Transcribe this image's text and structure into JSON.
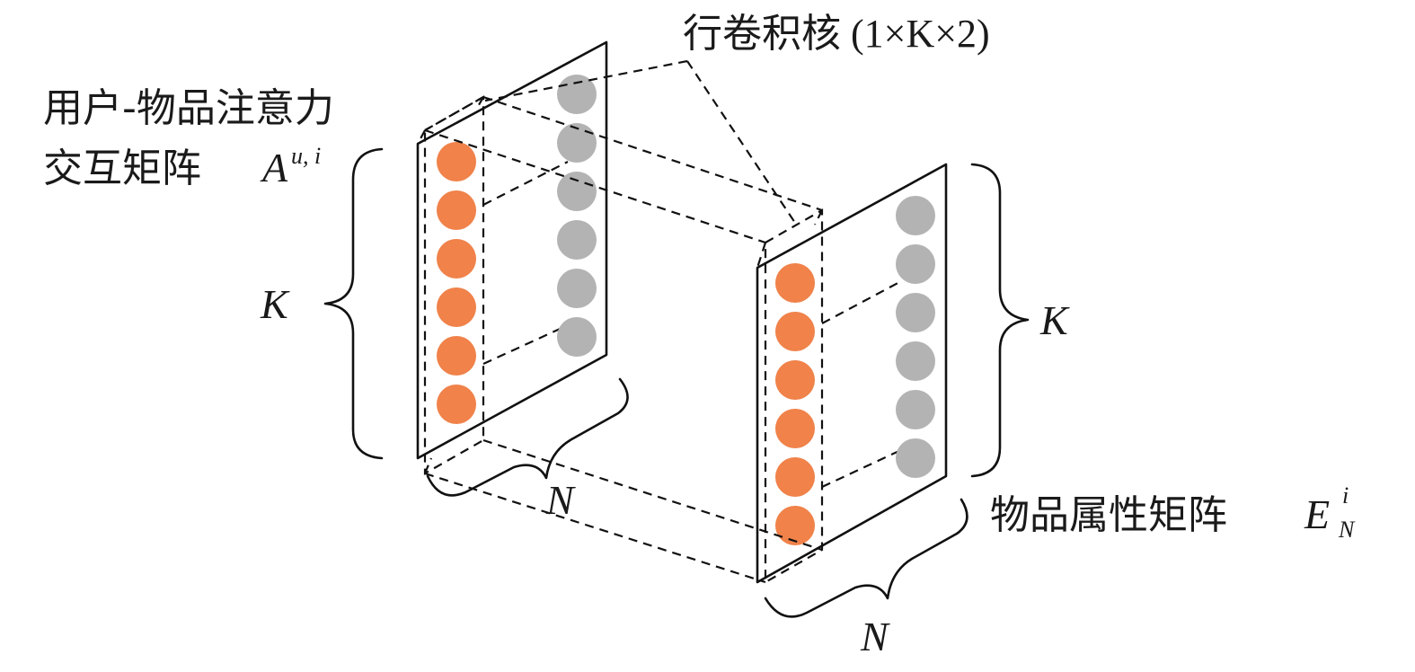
{
  "labels": {
    "kernel": "行卷积核 (1×K×2)",
    "matrix_a_line1": "用户-物品注意力",
    "matrix_a_line2": "交互矩阵",
    "matrix_a_symbol": "A",
    "matrix_a_superscript": "u, i",
    "matrix_e_text": "物品属性矩阵",
    "matrix_e_symbol": "E",
    "matrix_e_superscript": "i",
    "matrix_e_subscript": "N",
    "left_k": "K",
    "left_n": "N",
    "right_k": "K",
    "right_n": "N"
  },
  "colors": {
    "orange": "#F0824A",
    "gray": "#B3B3B3",
    "stroke": "#111111"
  },
  "dots_per_column": 6
}
